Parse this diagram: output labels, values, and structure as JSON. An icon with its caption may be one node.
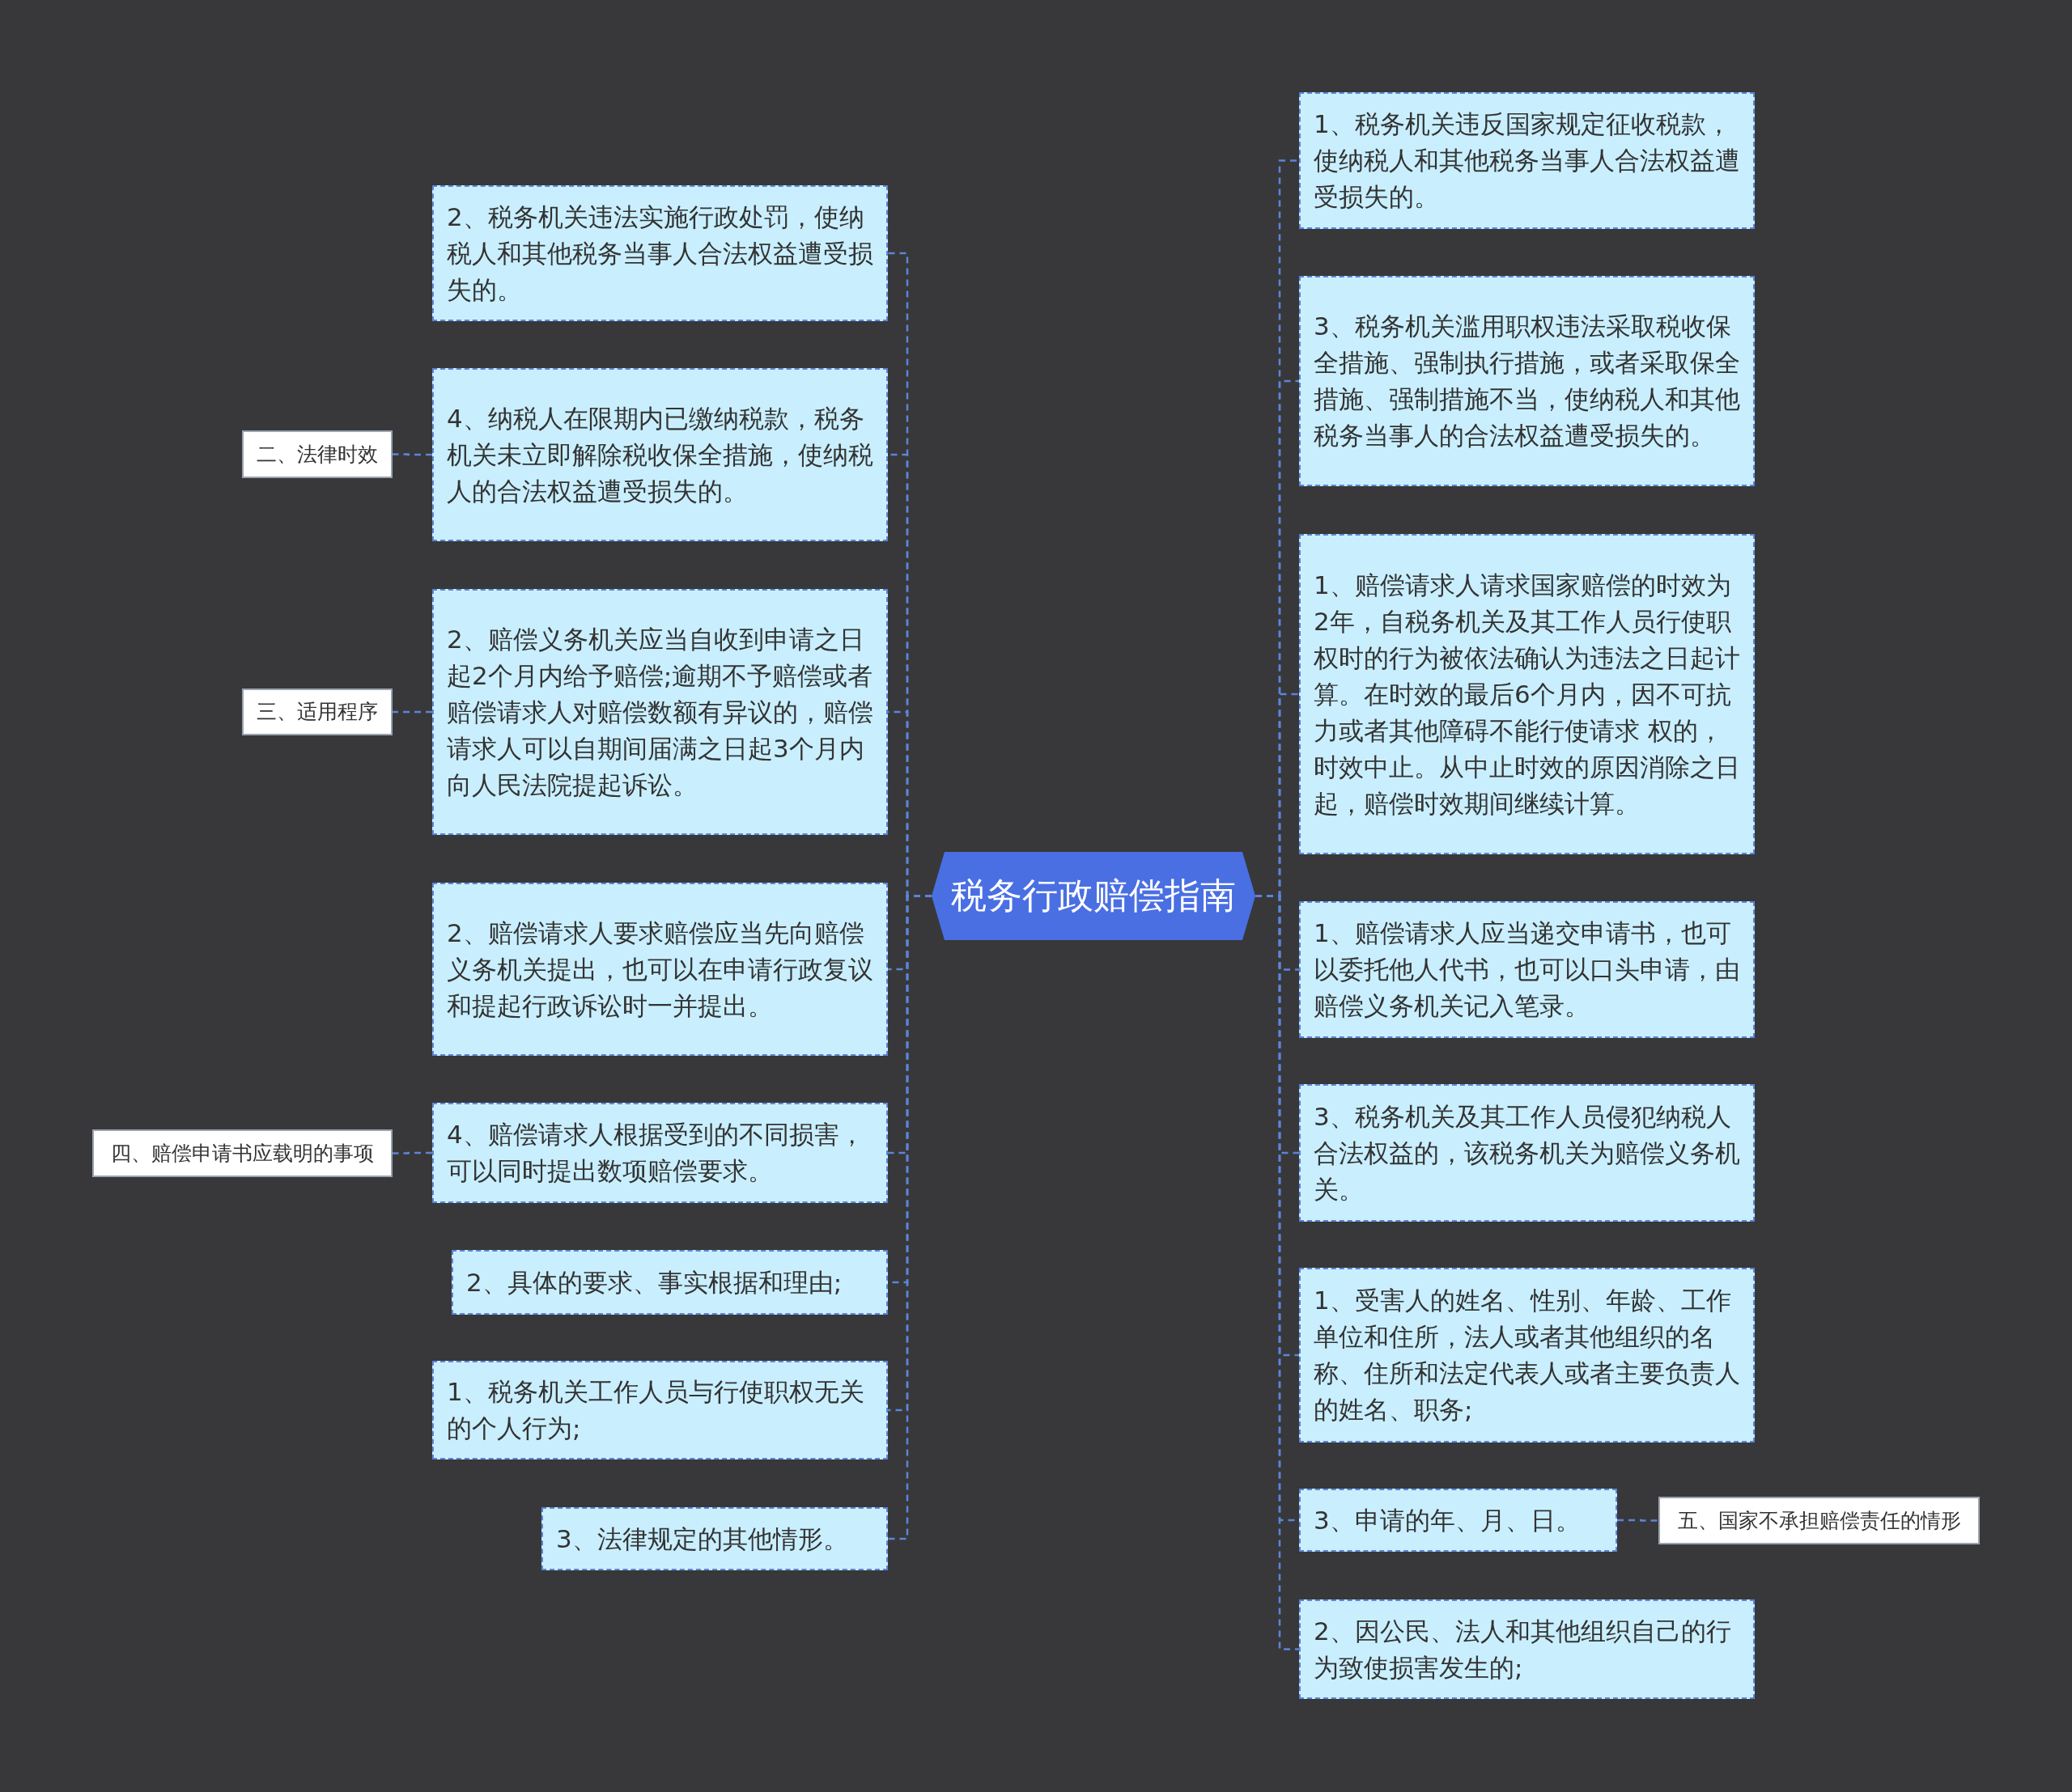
{
  "diagram": {
    "nodes": [
      {
        "text": [
          "税务行政赔偿指南"
        ]
      },
      {
        "text": [
          "2、税务机关违法实施行政处罚，使纳税人和其他税务当事人合法权益遭受损失的。"
        ]
      },
      {
        "text": [
          "4、纳税人在限期内已缴纳税款，税务机关未立即解除税收保全措施，使纳税人的合法权益遭受损失的。"
        ]
      },
      {
        "text": [
          "二、法律时效"
        ]
      },
      {
        "text": [
          "2、赔偿义务机关应当自收到申请之日起2个月内给予赔偿;逾期不予赔偿或者赔偿请求人对赔偿数额有异议的，赔偿请求人可以自期间届满之日起3个月内向人民法院提起诉讼。"
        ]
      },
      {
        "text": [
          "三、适用程序"
        ]
      },
      {
        "text": [
          "2、赔偿请求人要求赔偿应当先向赔偿义务机关提出，也可以在申请行政复议和提起行政诉讼时一并提出。"
        ]
      },
      {
        "text": [
          "4、赔偿请求人根据受到的不同损害，可以同时提出数项赔偿要求。"
        ]
      },
      {
        "text": [
          "四、赔偿申请书应载明的事项"
        ]
      },
      {
        "text": [
          "2、具体的要求、事实根据和理由;"
        ]
      },
      {
        "text": [
          "1、税务机关工作人员与行使职权无关的个人行为;"
        ]
      },
      {
        "text": [
          "3、法律规定的其他情形。"
        ]
      },
      {
        "text": [
          "1、税务机关违反国家规定征收税款，使纳税人和其他税务当事人合法权益遭受损失的。"
        ]
      },
      {
        "text": [
          "3、税务机关滥用职权违法采取税收保全措施、强制执行措施，或者采取保全措施、强制措施不当，使纳税人和其他税务当事人的合法权益遭受损失的。"
        ]
      },
      {
        "text": [
          "1、赔偿请求人请求国家赔偿的时效为2年，自税务机关及其工作人员行使职权时的行为被依法确认为违法之日起计算。在时效的最后6个月内，因不可抗力或者其他障碍不能行使请求 权的，时效中止。从中止时效的原因消除之日起，赔偿时效期间继续计算。"
        ]
      },
      {
        "text": [
          "1、赔偿请求人应当递交申请书，也可以委托他人代书，也可以口头申请，由赔偿义务机关记入笔录。"
        ]
      },
      {
        "text": [
          "3、税务机关及其工作人员侵犯纳税人合法权益的，该税务机关为赔偿义务机关。"
        ]
      },
      {
        "text": [
          "1、受害人的姓名、性别、年龄、工作单位和住所，法人或者其他组织的名称、住所和法定代表人或者主要负责人的姓名、职务;"
        ]
      },
      {
        "text": [
          "3、申请的年、月、日。"
        ]
      },
      {
        "text": [
          "五、国家不承担赔偿责任的情形"
        ]
      },
      {
        "text": [
          "2、因公民、法人和其他组织自己的行为致使损害发生的;"
        ]
      }
    ],
    "edges": [
      {
        "from": 0,
        "to": 1,
        "arrow": "none"
      },
      {
        "from": 0,
        "to": 2,
        "arrow": "none"
      },
      {
        "from": 2,
        "to": 3,
        "arrow": "none"
      },
      {
        "from": 0,
        "to": 4,
        "arrow": "none"
      },
      {
        "from": 4,
        "to": 5,
        "arrow": "none"
      },
      {
        "from": 0,
        "to": 6,
        "arrow": "none"
      },
      {
        "from": 0,
        "to": 7,
        "arrow": "none"
      },
      {
        "from": 7,
        "to": 8,
        "arrow": "none"
      },
      {
        "from": 0,
        "to": 9,
        "arrow": "none"
      },
      {
        "from": 0,
        "to": 10,
        "arrow": "none"
      },
      {
        "from": 0,
        "to": 11,
        "arrow": "none"
      },
      {
        "from": 0,
        "to": 12,
        "arrow": "none"
      },
      {
        "from": 0,
        "to": 13,
        "arrow": "none"
      },
      {
        "from": 0,
        "to": 14,
        "arrow": "none"
      },
      {
        "from": 0,
        "to": 15,
        "arrow": "none"
      },
      {
        "from": 0,
        "to": 16,
        "arrow": "none"
      },
      {
        "from": 0,
        "to": 17,
        "arrow": "none"
      },
      {
        "from": 0,
        "to": 18,
        "arrow": "none"
      },
      {
        "from": 18,
        "to": 19,
        "arrow": "none"
      },
      {
        "from": 0,
        "to": 20,
        "arrow": "none"
      }
    ]
  }
}
